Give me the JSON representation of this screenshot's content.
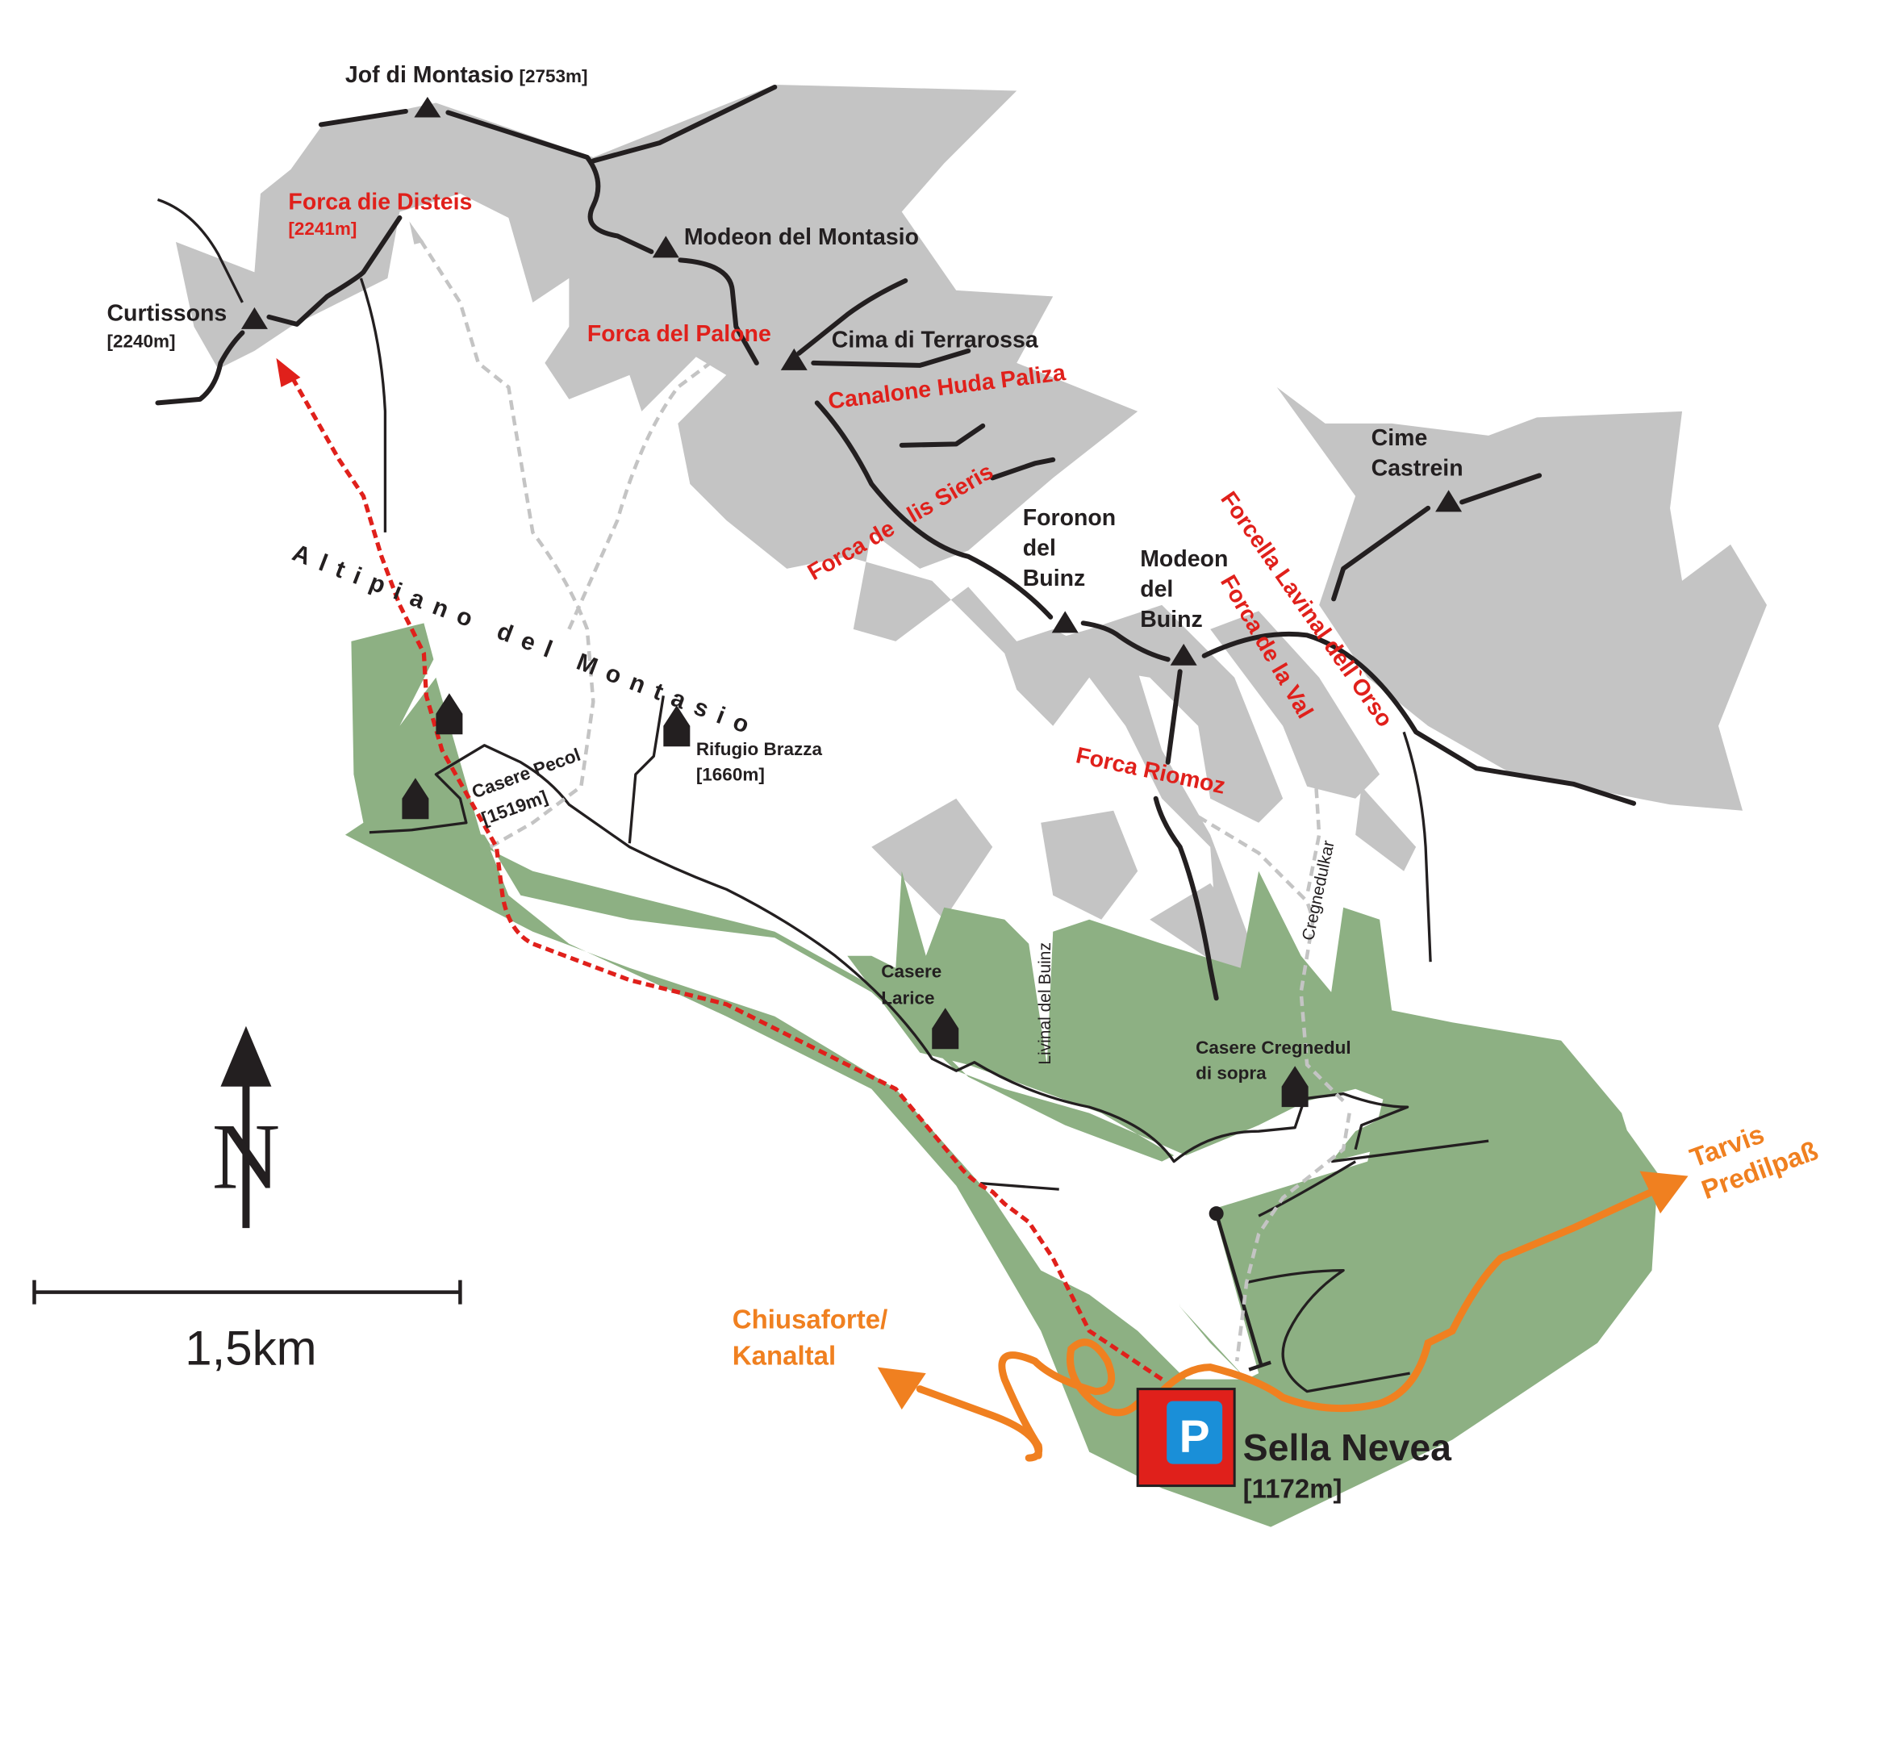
{
  "peaks": {
    "jof": {
      "name": "Jof di Montasio",
      "alt": "[2753m]"
    },
    "modeon_montasio": "Modeon del Montasio",
    "curtissons": {
      "name": "Curtissons",
      "alt": "[2240m]"
    },
    "terrarossa": "Cima di Terrarossa",
    "foronon": [
      "Foronon",
      "del",
      "Buinz"
    ],
    "modeon_buinz": [
      "Modeon",
      "del",
      "Buinz"
    ],
    "castrein": [
      "Cime",
      "Castrein"
    ]
  },
  "passes": {
    "disteis": {
      "name": "Forca die Disteis",
      "alt": "[2241m]"
    },
    "palone": "Forca del Palone",
    "huda_paliza": "Canalone Huda Paliza",
    "sieris": "Forca de   lis Sieris",
    "lavinal": "Forcella Lavinal dell`Orso",
    "val": "Forca de la Val",
    "riomoz": "Forca Riomoz"
  },
  "areas": {
    "altipiano": "Altipiano del Montasio",
    "livinal": "Livinal del Buinz",
    "cregnedulkar": "Cregnedulkar"
  },
  "huts": {
    "pecol": {
      "name": "Casere Pecol",
      "alt": "[1519m]"
    },
    "brazza": {
      "name": "Rifugio Brazza",
      "alt": "[1660m]"
    },
    "larice": [
      "Casere",
      "Larice"
    ],
    "cregnedul": [
      "Casere Cregnedul",
      "di sopra"
    ]
  },
  "town": {
    "name": "Sella Nevea",
    "alt": "[1172m]",
    "parking": "P"
  },
  "roads": {
    "west": [
      "Chiusaforte/",
      "Kanaltal"
    ],
    "east": [
      "Tarvis",
      "Predilpaß"
    ]
  },
  "north_label": "N",
  "scale_label": "1,5km",
  "colors": {
    "rock": "#c4c4c4",
    "forest": "#8db083",
    "route": "#e0201b",
    "road": "#f08020",
    "parking_bg": "#e0201b",
    "parking_fg": "#1a8fd8"
  }
}
